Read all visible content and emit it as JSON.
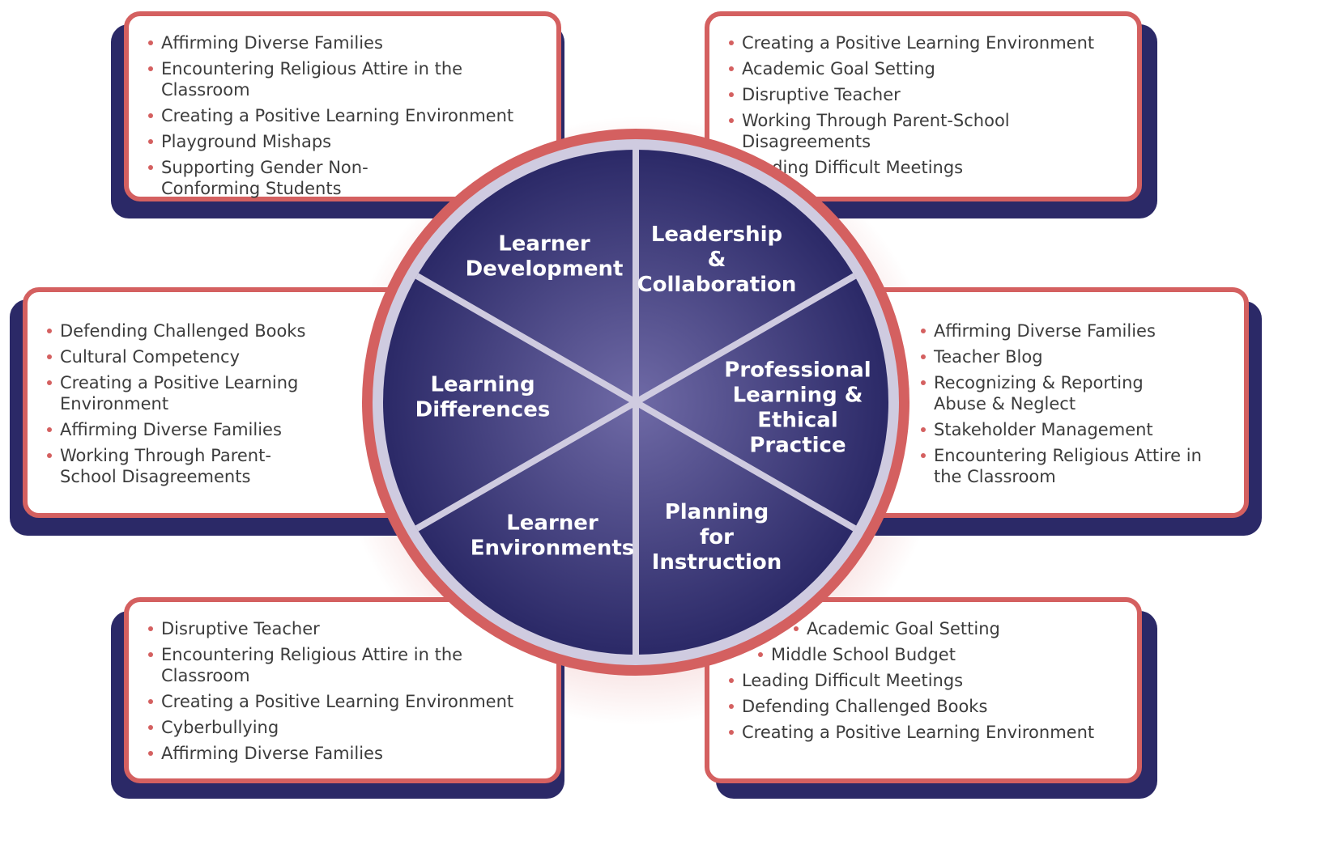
{
  "wheel": {
    "segments": [
      {
        "label_lines": [
          "Learner",
          "Development"
        ]
      },
      {
        "label_lines": [
          "Leadership",
          "&",
          "Collaboration"
        ]
      },
      {
        "label_lines": [
          "Professional",
          "Learning &",
          "Ethical",
          "Practice"
        ]
      },
      {
        "label_lines": [
          "Planning",
          "for",
          "Instruction"
        ]
      },
      {
        "label_lines": [
          "Learner",
          "Environments"
        ]
      },
      {
        "label_lines": [
          "Learning",
          "Differences"
        ]
      }
    ],
    "colors": {
      "center": "#6f6aa6",
      "edge": "#2b2967",
      "ring": "#cfcbe0",
      "accent": "#d46060"
    }
  },
  "cards": {
    "top_left": [
      "Affirming Diverse Families",
      "Encountering Religious Attire in the Classroom",
      "Creating a Positive Learning Environment",
      "Playground Mishaps",
      "Supporting Gender Non-Conforming Students"
    ],
    "top_right": [
      "Creating a Positive Learning Environment",
      "Academic Goal Setting",
      "Disruptive Teacher",
      "Working Through Parent-School Disagreements",
      "Leading Difficult Meetings"
    ],
    "mid_left": [
      "Defending Challenged Books",
      "Cultural Competency",
      "Creating a Positive Learning Environment",
      "Affirming Diverse Families",
      "Working Through Parent-School Disagreements"
    ],
    "mid_right": [
      "Affirming Diverse Families",
      "Teacher Blog",
      "Recognizing & Reporting Abuse & Neglect",
      "Stakeholder Management",
      "Encountering Religious Attire in the Classroom"
    ],
    "bottom_left": [
      "Disruptive Teacher",
      "Encountering Religious Attire in the Classroom",
      "Creating a Positive Learning Environment",
      "Cyberbullying",
      "Affirming Diverse Families"
    ],
    "bottom_right": [
      "Academic Goal Setting",
      "Middle School Budget",
      "Leading Difficult Meetings",
      "Defending Challenged Books",
      "Creating a Positive Learning Environment"
    ]
  }
}
